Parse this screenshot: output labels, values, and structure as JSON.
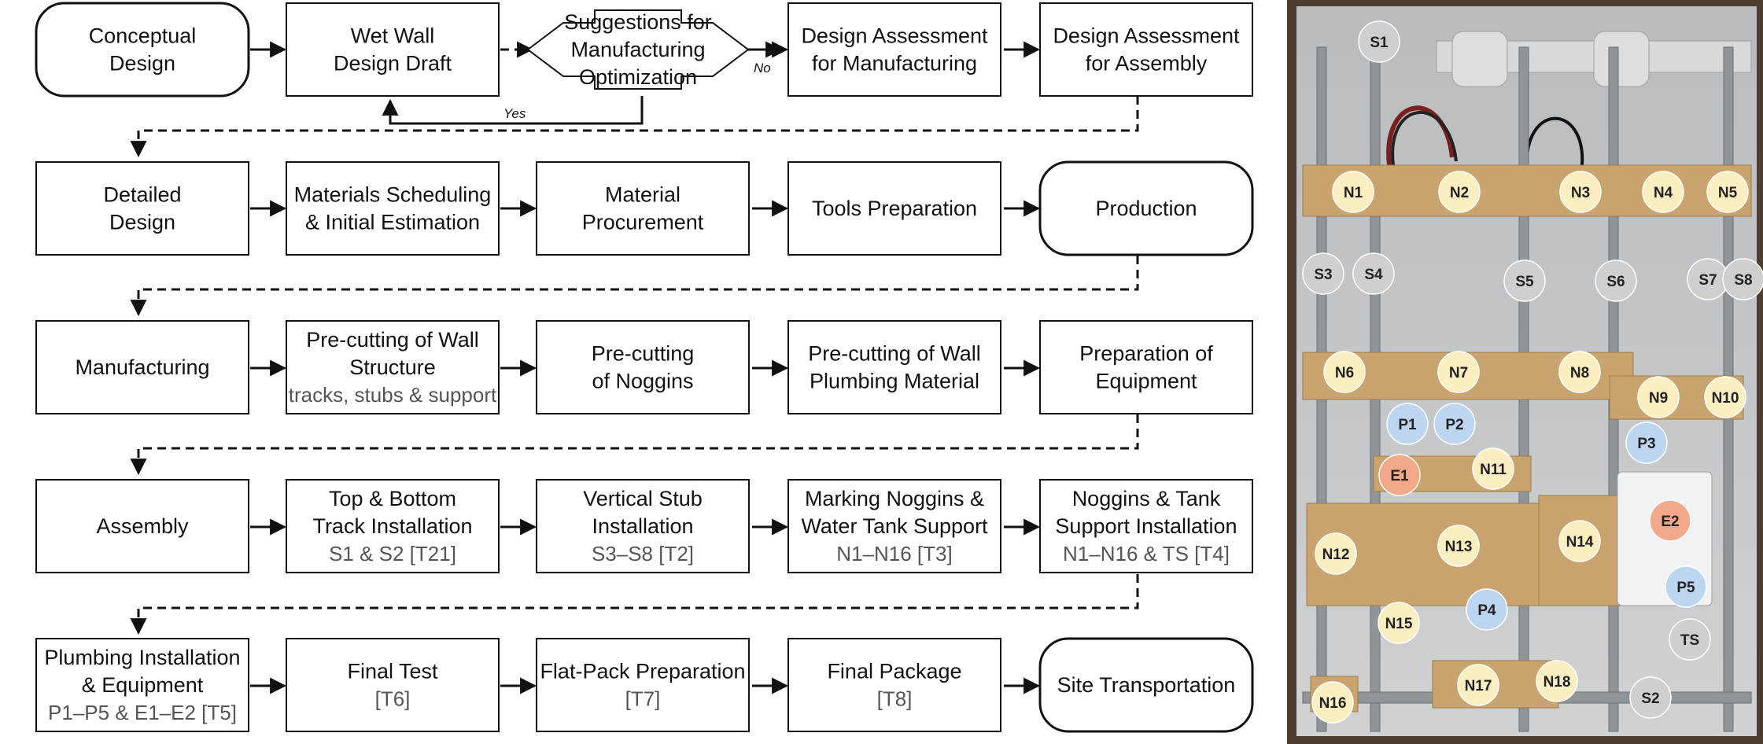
{
  "flowchart": {
    "nodes": [
      {
        "id": "conceptual-design",
        "lines": [
          "Conceptual",
          "Design"
        ],
        "sub": "",
        "shape": "rounded"
      },
      {
        "id": "wet-wall-design-draft",
        "lines": [
          "Wet Wall",
          "Design Draft"
        ],
        "sub": "",
        "shape": "rect"
      },
      {
        "id": "suggestions",
        "lines": [
          "Suggestions for",
          "Manufacturing",
          "Optimization"
        ],
        "sub": "",
        "shape": "decision"
      },
      {
        "id": "design-assessment-manufacturing",
        "lines": [
          "Design Assessment",
          "for Manufacturing"
        ],
        "sub": "",
        "shape": "rect"
      },
      {
        "id": "design-assessment-assembly",
        "lines": [
          "Design Assessment",
          "for Assembly"
        ],
        "sub": "",
        "shape": "rect"
      },
      {
        "id": "detailed-design",
        "lines": [
          "Detailed",
          "Design"
        ],
        "sub": "",
        "shape": "rect"
      },
      {
        "id": "materials-scheduling",
        "lines": [
          "Materials Scheduling",
          "& Initial Estimation"
        ],
        "sub": "",
        "shape": "rect"
      },
      {
        "id": "material-procurement",
        "lines": [
          "Material",
          "Procurement"
        ],
        "sub": "",
        "shape": "rect"
      },
      {
        "id": "tools-preparation",
        "lines": [
          "Tools Preparation"
        ],
        "sub": "",
        "shape": "rect"
      },
      {
        "id": "production",
        "lines": [
          "Production"
        ],
        "sub": "",
        "shape": "rounded"
      },
      {
        "id": "manufacturing",
        "lines": [
          "Manufacturing"
        ],
        "sub": "",
        "shape": "rect"
      },
      {
        "id": "pre-cutting-wall-structure",
        "lines": [
          "Pre-cutting of Wall",
          "Structure"
        ],
        "sub": "tracks, stubs & support",
        "shape": "rect"
      },
      {
        "id": "pre-cutting-noggins",
        "lines": [
          "Pre-cutting",
          "of Noggins"
        ],
        "sub": "",
        "shape": "rect"
      },
      {
        "id": "pre-cutting-plumbing",
        "lines": [
          "Pre-cutting of Wall",
          "Plumbing Material"
        ],
        "sub": "",
        "shape": "rect"
      },
      {
        "id": "preparation-equipment",
        "lines": [
          "Preparation of",
          "Equipment"
        ],
        "sub": "",
        "shape": "rect"
      },
      {
        "id": "assembly",
        "lines": [
          "Assembly"
        ],
        "sub": "",
        "shape": "rect"
      },
      {
        "id": "track-installation",
        "lines": [
          "Top & Bottom",
          "Track Installation"
        ],
        "sub": "S1 & S2 [T21]",
        "shape": "rect"
      },
      {
        "id": "vertical-stub-installation",
        "lines": [
          "Vertical Stub",
          "Installation"
        ],
        "sub": "S3–S8 [T2]",
        "shape": "rect"
      },
      {
        "id": "marking-noggins",
        "lines": [
          "Marking Noggins &",
          "Water Tank Support"
        ],
        "sub": "N1–N16 [T3]",
        "shape": "rect"
      },
      {
        "id": "noggins-tank-installation",
        "lines": [
          "Noggins & Tank",
          "Support Installation"
        ],
        "sub": "N1–N16 & TS [T4]",
        "shape": "rect"
      },
      {
        "id": "plumbing-installation",
        "lines": [
          "Plumbing Installation",
          "& Equipment"
        ],
        "sub": "P1–P5 & E1–E2 [T5]",
        "shape": "rect"
      },
      {
        "id": "final-test",
        "lines": [
          "Final Test"
        ],
        "sub": "[T6]",
        "shape": "rect"
      },
      {
        "id": "flat-pack-preparation",
        "lines": [
          "Flat-Pack Preparation"
        ],
        "sub": "[T7]",
        "shape": "rect"
      },
      {
        "id": "final-package",
        "lines": [
          "Final Package"
        ],
        "sub": "[T8]",
        "shape": "rect"
      },
      {
        "id": "site-transportation",
        "lines": [
          "Site Transportation"
        ],
        "sub": "",
        "shape": "rounded"
      }
    ],
    "edge_labels": {
      "no": "No",
      "yes": "Yes"
    }
  },
  "photo": {
    "markers": [
      {
        "label": "S1",
        "kind": "stud"
      },
      {
        "label": "S2",
        "kind": "stud"
      },
      {
        "label": "S3",
        "kind": "stud"
      },
      {
        "label": "S4",
        "kind": "stud"
      },
      {
        "label": "S5",
        "kind": "stud"
      },
      {
        "label": "S6",
        "kind": "stud"
      },
      {
        "label": "S7",
        "kind": "stud"
      },
      {
        "label": "S8",
        "kind": "stud"
      },
      {
        "label": "TS",
        "kind": "stud"
      },
      {
        "label": "N1",
        "kind": "noggin"
      },
      {
        "label": "N2",
        "kind": "noggin"
      },
      {
        "label": "N3",
        "kind": "noggin"
      },
      {
        "label": "N4",
        "kind": "noggin"
      },
      {
        "label": "N5",
        "kind": "noggin"
      },
      {
        "label": "N6",
        "kind": "noggin"
      },
      {
        "label": "N7",
        "kind": "noggin"
      },
      {
        "label": "N8",
        "kind": "noggin"
      },
      {
        "label": "N9",
        "kind": "noggin"
      },
      {
        "label": "N10",
        "kind": "noggin"
      },
      {
        "label": "N11",
        "kind": "noggin"
      },
      {
        "label": "N12",
        "kind": "noggin"
      },
      {
        "label": "N13",
        "kind": "noggin"
      },
      {
        "label": "N14",
        "kind": "noggin"
      },
      {
        "label": "N15",
        "kind": "noggin"
      },
      {
        "label": "N16",
        "kind": "noggin"
      },
      {
        "label": "N17",
        "kind": "noggin"
      },
      {
        "label": "N18",
        "kind": "noggin"
      },
      {
        "label": "P1",
        "kind": "plumbing"
      },
      {
        "label": "P2",
        "kind": "plumbing"
      },
      {
        "label": "P3",
        "kind": "plumbing"
      },
      {
        "label": "P4",
        "kind": "plumbing"
      },
      {
        "label": "P5",
        "kind": "plumbing"
      },
      {
        "label": "E1",
        "kind": "equipment"
      },
      {
        "label": "E2",
        "kind": "equipment"
      }
    ],
    "colors": {
      "stud": "#cfcfcf",
      "noggin": "#fbeec0",
      "plumbing": "#bcd6ef",
      "equipment": "#f2a98a"
    }
  }
}
